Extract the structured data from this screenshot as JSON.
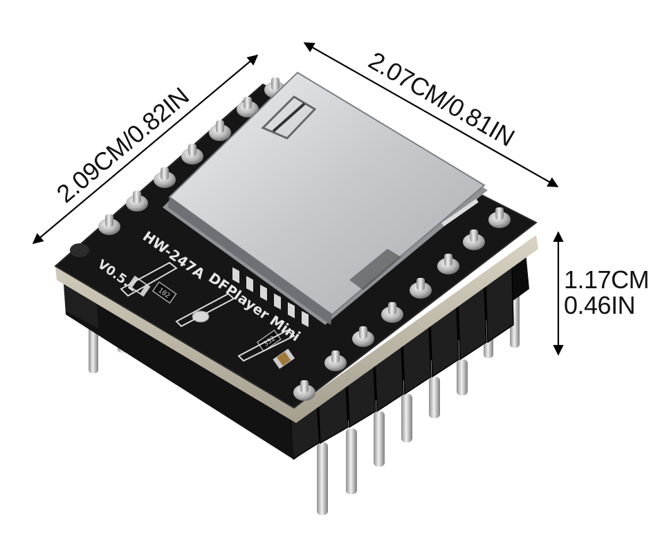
{
  "dimensions": {
    "left_edge": "2.09CM/0.82IN",
    "right_edge": "2.07CM/0.81IN",
    "height_cm": "1.17CM",
    "height_in": "0.46IN"
  },
  "board": {
    "name": "DFPlayer Mini",
    "model": "HW-247A",
    "version": "V0.5.1",
    "resistor_code_1": "102",
    "resistor_code_2": "332"
  },
  "colors": {
    "pcb": "#161616",
    "sd_slot": "#c8cbce",
    "header_plastic": "#0e0e0e",
    "pin_metal": "#b9b9b9",
    "arrow": "#000000"
  },
  "icons": [
    "dimension-arrow-icon",
    "sd-card-slot",
    "header-pin"
  ]
}
